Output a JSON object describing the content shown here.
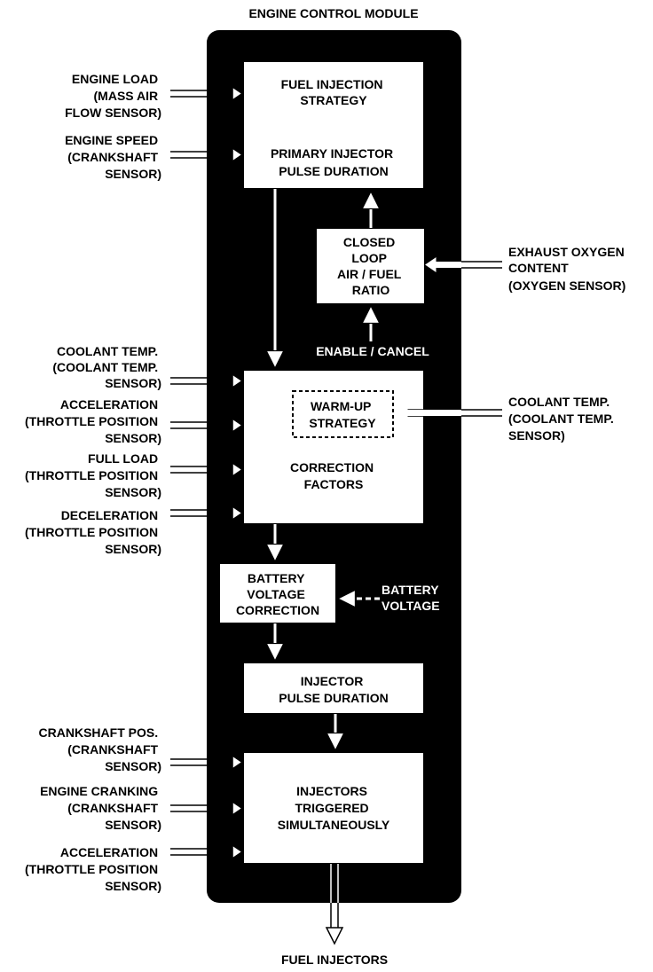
{
  "title": "ENGINE CONTROL MODULE",
  "blocks": {
    "fuel_injection": [
      "FUEL INJECTION",
      "STRATEGY"
    ],
    "primary_pulse": [
      "PRIMARY INJECTOR",
      "PULSE DURATION"
    ],
    "closed_loop": [
      "CLOSED",
      "LOOP",
      "AIR / FUEL",
      "RATIO"
    ],
    "enable_cancel": "ENABLE / CANCEL",
    "warm_up": [
      "WARM-UP",
      "STRATEGY"
    ],
    "correction_factors": [
      "CORRECTION",
      "FACTORS"
    ],
    "battery_correction": [
      "BATTERY",
      "VOLTAGE",
      "CORRECTION"
    ],
    "battery_voltage": [
      "BATTERY",
      "VOLTAGE"
    ],
    "injector_pulse": [
      "INJECTOR",
      "PULSE DURATION"
    ],
    "injectors_triggered": [
      "INJECTORS",
      "TRIGGERED",
      "SIMULTANEOUSLY"
    ]
  },
  "left_inputs": {
    "engine_load": [
      "ENGINE LOAD",
      "(MASS AIR",
      "FLOW SENSOR)"
    ],
    "engine_speed": [
      "ENGINE SPEED",
      "(CRANKSHAFT",
      "SENSOR)"
    ],
    "coolant_temp": [
      "COOLANT TEMP.",
      "(COOLANT TEMP.",
      "SENSOR)"
    ],
    "acceleration": [
      "ACCELERATION",
      "(THROTTLE POSITION",
      "SENSOR)"
    ],
    "full_load": [
      "FULL LOAD",
      "(THROTTLE POSITION",
      "SENSOR)"
    ],
    "deceleration": [
      "DECELERATION",
      "(THROTTLE POSITION",
      "SENSOR)"
    ],
    "crankshaft_pos": [
      "CRANKSHAFT POS.",
      "(CRANKSHAFT",
      "SENSOR)"
    ],
    "engine_cranking": [
      "ENGINE CRANKING",
      "(CRANKSHAFT",
      "SENSOR)"
    ],
    "acceleration_2": [
      "ACCELERATION",
      "(THROTTLE POSITION",
      "SENSOR)"
    ]
  },
  "right_inputs": {
    "exhaust_oxygen": [
      "EXHAUST OXYGEN",
      "CONTENT",
      "(OXYGEN SENSOR)"
    ],
    "coolant_temp_right": [
      "COOLANT TEMP.",
      "(COOLANT TEMP.",
      "SENSOR)"
    ]
  },
  "output": "FUEL INJECTORS"
}
